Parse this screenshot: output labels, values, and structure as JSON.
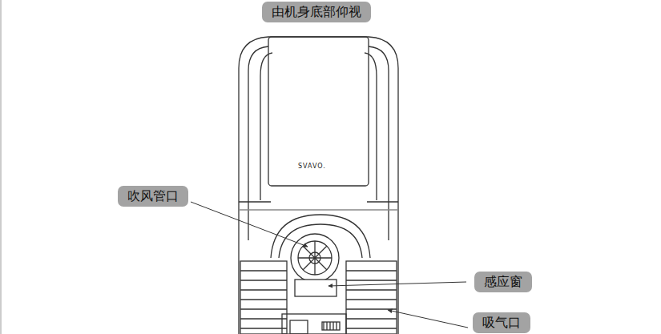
{
  "diagram": {
    "nodes": [
      {
        "text": [
          "由机身底部仰视"
        ]
      },
      {
        "text": [
          "吹风管口"
        ]
      },
      {
        "text": [
          "感应窗"
        ]
      },
      {
        "text": [
          "吸气口"
        ]
      }
    ],
    "edges": [],
    "labels": [
      "SVAVO."
    ]
  }
}
